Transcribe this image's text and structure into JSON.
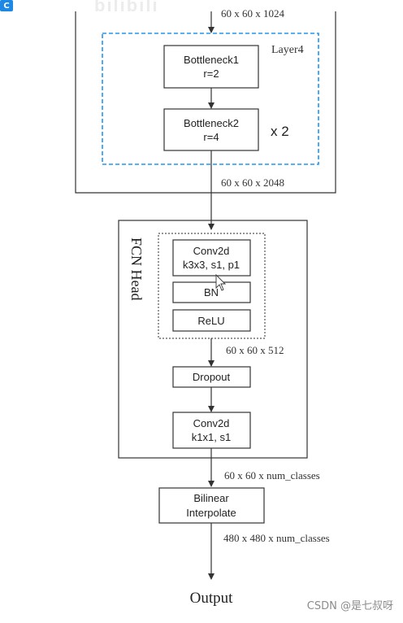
{
  "watermark": {
    "logo_glyph": "C",
    "top_text": "bilibili",
    "credit": "CSDN @是七叔呀"
  },
  "backbone": {
    "top_shape": "60 x 60 x 1024",
    "layer_title": "Layer4",
    "bottleneck1": {
      "name": "Bottleneck1",
      "param": "r=2"
    },
    "bottleneck2": {
      "name": "Bottleneck2",
      "param": "r=4"
    },
    "repeat": "x 2",
    "out_shape": "60 x 60 x 2048"
  },
  "fcn_head": {
    "title": "FCN Head",
    "conv1": {
      "name": "Conv2d",
      "param": "k3x3, s1, p1"
    },
    "bn": "BN",
    "relu": "ReLU",
    "shape_after_block": "60 x 60 x 512",
    "dropout": "Dropout",
    "conv2": {
      "name": "Conv2d",
      "param": "k1x1, s1"
    },
    "out_shape": "60 x 60 x num_classes"
  },
  "upsample": {
    "name": "Bilinear",
    "name2": "Interpolate",
    "out_shape": "480 x 480 x num_classes"
  },
  "output_label": "Output",
  "colors": {
    "line": "#333333",
    "layer4_dash": "#2196f3",
    "head_dash": "#555555"
  }
}
